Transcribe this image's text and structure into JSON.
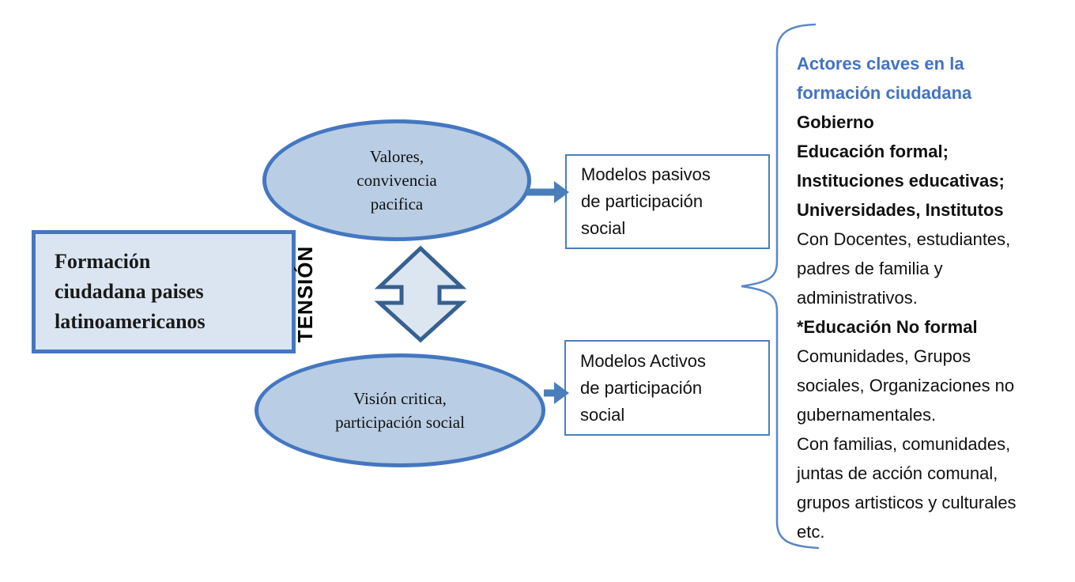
{
  "diagram": {
    "source_box": {
      "text": "Formación\nciudadana paises\nlatinoamericanos"
    },
    "tension_label": "TENSIÓN",
    "ellipses": {
      "top": {
        "text": "Valores,\nconvivencia\npacifica"
      },
      "bottom": {
        "text": "Visión critica,\nparticipación social"
      }
    },
    "outcome_boxes": {
      "top": {
        "text": "Modelos pasivos\nde participación\nsocial"
      },
      "bottom": {
        "text": "Modelos Activos\nde participación\nsocial"
      }
    },
    "actors_panel": {
      "lines": [
        {
          "text": "Actores claves en la",
          "style": "heading"
        },
        {
          "text": "formación ciudadana",
          "style": "heading"
        },
        {
          "text": "Gobierno",
          "style": "bold"
        },
        {
          "text": "Educación formal;",
          "style": "bold"
        },
        {
          "text": "Instituciones educativas;",
          "style": "bold"
        },
        {
          "text": "Universidades, Institutos",
          "style": "bold"
        },
        {
          "text": "Con Docentes, estudiantes,",
          "style": "regular"
        },
        {
          "text": "padres de familia y",
          "style": "regular"
        },
        {
          "text": "administrativos.",
          "style": "regular"
        },
        {
          "text": "*Educación No formal",
          "style": "bold"
        },
        {
          "text": "Comunidades, Grupos",
          "style": "regular"
        },
        {
          "text": "sociales, Organizaciones no",
          "style": "regular"
        },
        {
          "text": "gubernamentales.",
          "style": "regular"
        },
        {
          "text": "Con familias, comunidades,",
          "style": "regular"
        },
        {
          "text": "juntas de acción comunal,",
          "style": "regular"
        },
        {
          "text": "grupos artisticos y culturales",
          "style": "regular"
        },
        {
          "text": "etc.",
          "style": "regular"
        }
      ]
    },
    "colors": {
      "shape_border": "#4477c0",
      "ellipse_fill": "#b9cde4",
      "source_box_fill": "#dbe5f1",
      "arrow": "#4a7ebb",
      "double_arrow_border": "#36608f",
      "double_arrow_fill": "#dce6f1",
      "heading_text": "#4472c4",
      "brace": "#5b87c5"
    }
  }
}
